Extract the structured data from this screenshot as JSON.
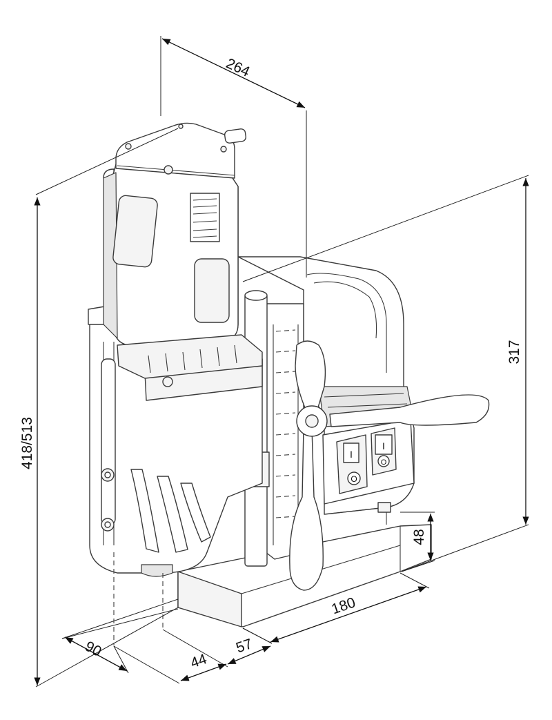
{
  "dimensions": {
    "top_length": "264",
    "total_height": "418/513",
    "column_height": "317",
    "magnet_height": "48",
    "base_length": "180",
    "depth_90": "90",
    "depth_44": "44",
    "depth_57": "57"
  },
  "switch_panel": {
    "left_switch_symbol": "I",
    "left_switch_symbol_off": "O",
    "right_switch_symbol": "I",
    "right_switch_symbol_off": "O"
  },
  "colors": {
    "line": "#3a3a3a",
    "surface": "#f4f4f4",
    "background": "#ffffff"
  }
}
